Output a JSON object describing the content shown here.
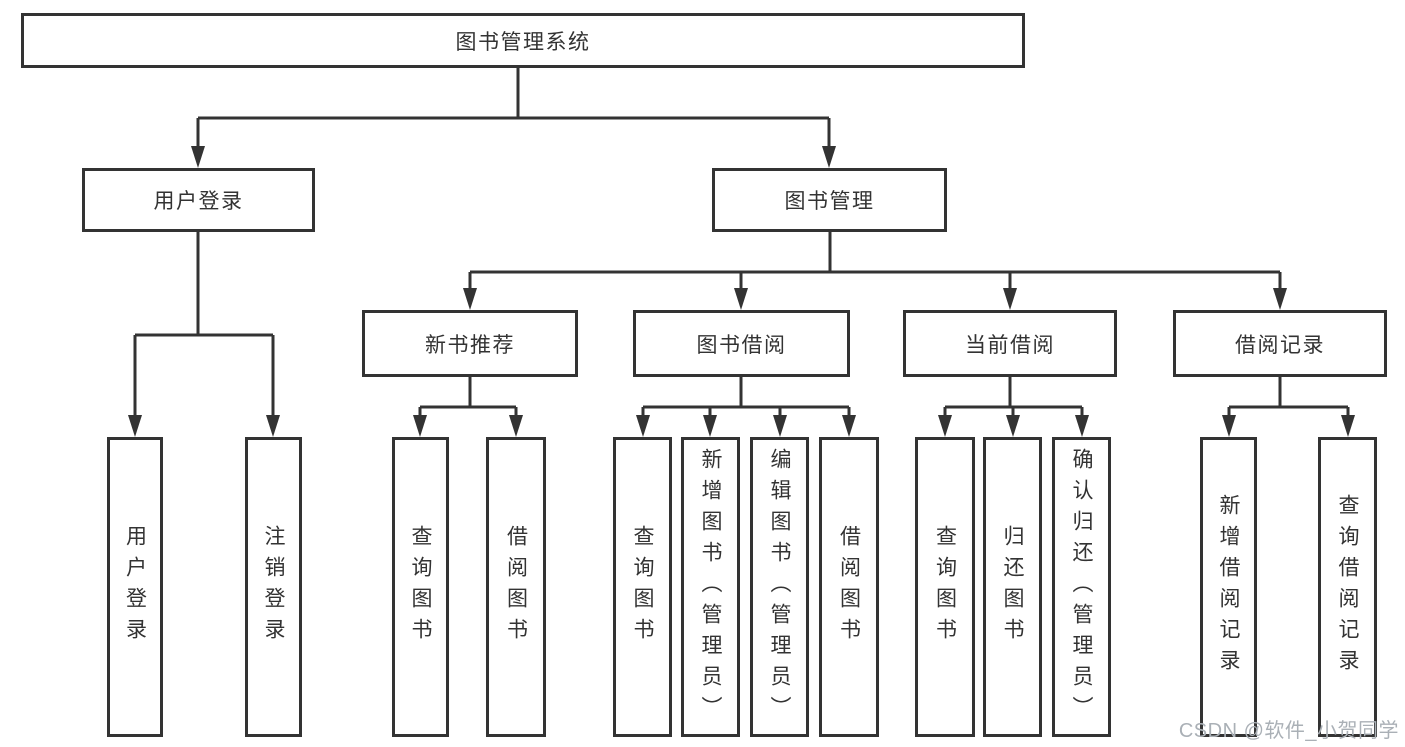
{
  "diagram": {
    "root": {
      "label": "图书管理系统"
    },
    "branches": {
      "user_login": {
        "label": "用户登录"
      },
      "book_mgmt": {
        "label": "图书管理"
      }
    },
    "modules": {
      "new_book_rec": {
        "label": "新书推荐"
      },
      "book_borrow": {
        "label": "图书借阅"
      },
      "current_borrow": {
        "label": "当前借阅"
      },
      "borrow_records": {
        "label": "借阅记录"
      }
    },
    "leaves": {
      "user_login_action": {
        "label": "用户登录"
      },
      "logout_action": {
        "label": "注销登录"
      },
      "rec_query_book": {
        "label": "查询图书"
      },
      "rec_borrow_book": {
        "label": "借阅图书"
      },
      "bor_query_book": {
        "label": "查询图书"
      },
      "bor_add_book": {
        "label": "新增图书（管理员）"
      },
      "bor_edit_book": {
        "label": "编辑图书（管理员）"
      },
      "bor_borrow_book": {
        "label": "借阅图书"
      },
      "cur_query_book": {
        "label": "查询图书"
      },
      "cur_return_book": {
        "label": "归还图书"
      },
      "cur_confirm_return": {
        "label": "确认归还（管理员）"
      },
      "log_add_record": {
        "label": "新增借阅记录"
      },
      "log_query_record": {
        "label": "查询借阅记录"
      }
    }
  },
  "watermark": {
    "text": "CSDN @软件_小贺同学",
    "color": "#aab0b6"
  },
  "colors": {
    "line": "#333333",
    "text": "#333333",
    "background": "#ffffff"
  }
}
